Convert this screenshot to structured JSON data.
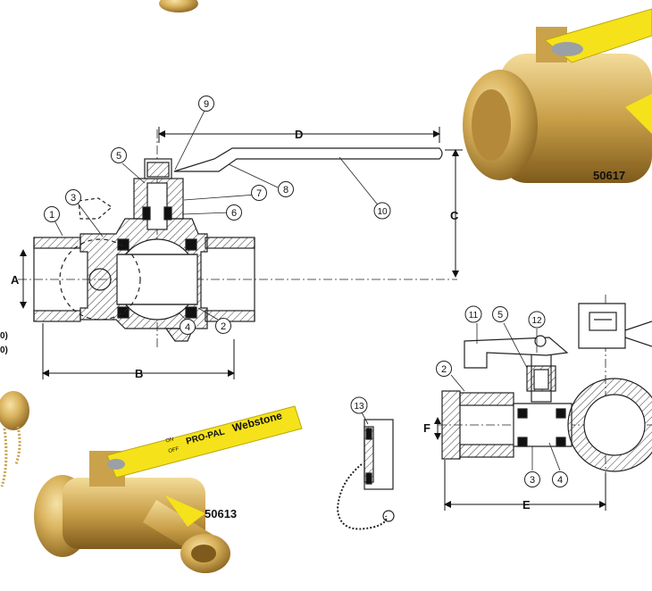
{
  "part_callouts": [
    "1",
    "2",
    "3",
    "4",
    "5",
    "6",
    "7",
    "8",
    "9",
    "10",
    "11",
    "12",
    "13"
  ],
  "dimension_labels": {
    "a": "A",
    "b": "B",
    "c": "C",
    "d": "D",
    "e": "E",
    "f": "F"
  },
  "model_numbers": {
    "top_right_photo": "50617",
    "bottom_photo": "50613"
  },
  "handle_print": {
    "brand": "PRO-PAL",
    "maker": "Webstone",
    "on": "ON",
    "off": "OFF"
  },
  "edge_fragments": [
    "0)",
    "0)"
  ],
  "colors": {
    "brass_light": "#e8c878",
    "brass_mid": "#c9a04a",
    "brass_dark": "#8a6420",
    "handle_yellow": "#f5e21a",
    "seal_black": "#111111",
    "line": "#222222"
  }
}
